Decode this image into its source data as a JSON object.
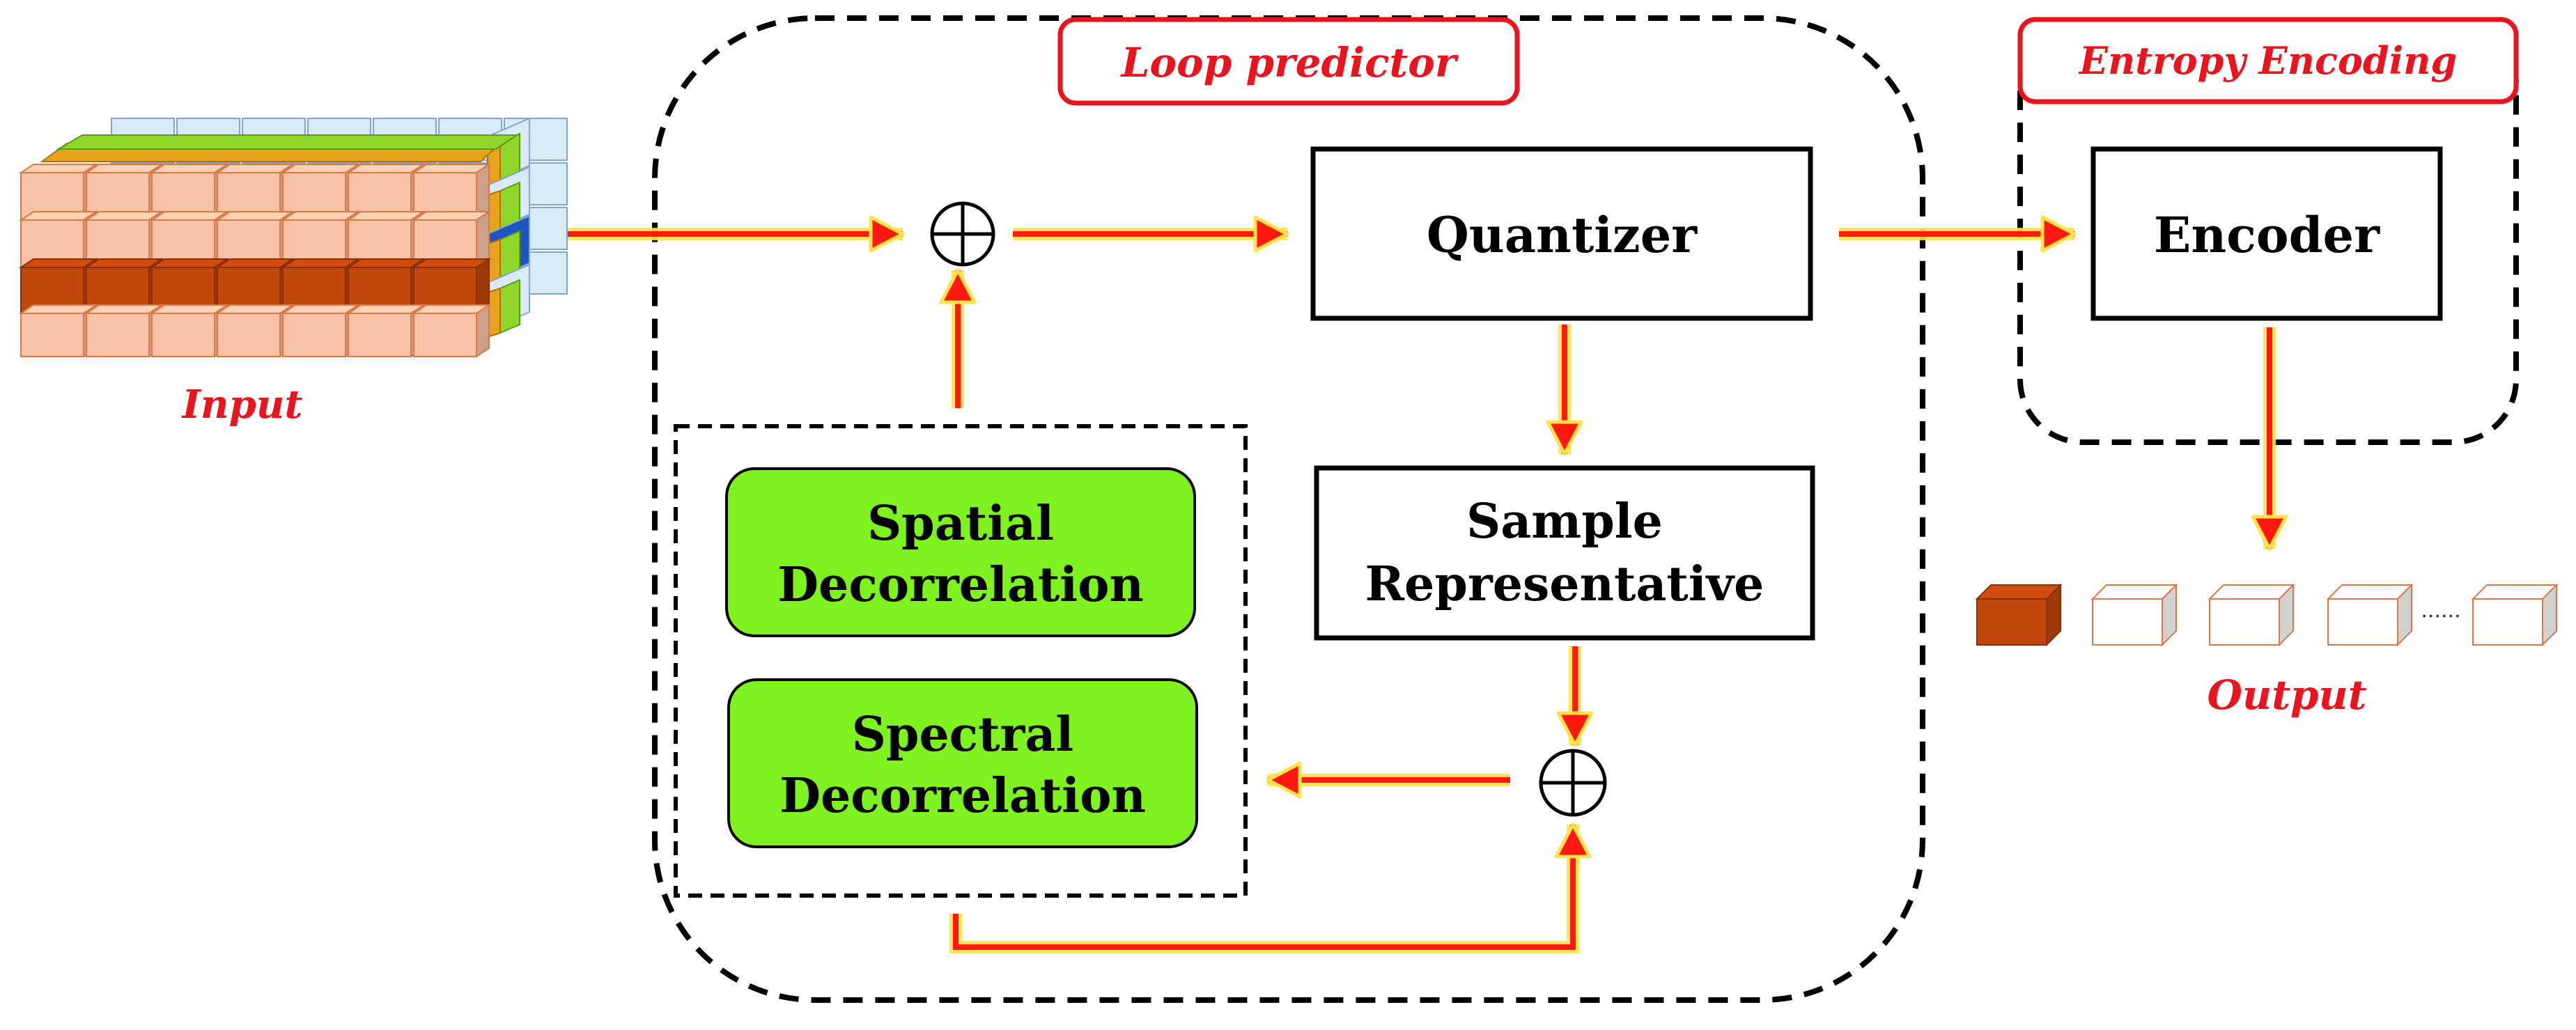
{
  "labels": {
    "input": "Input",
    "output": "Output",
    "loop_predictor": "Loop predictor",
    "entropy_encoding": "Entropy Encoding"
  },
  "blocks": {
    "quantizer": "Quantizer",
    "encoder": "Encoder",
    "sample_line1": "Sample",
    "sample_line2": "Representative",
    "spatial_line1": "Spatial",
    "spatial_line2": "Decorrelation",
    "spectral_line1": "Spectral",
    "spectral_line2": "Decorrelation"
  },
  "symbols": {
    "sum": "⊕",
    "ellipsis": "......"
  },
  "colors": {
    "arrow": "#ff1a10",
    "arrow_glow": "#ffe24a",
    "label_red": "#e8141e",
    "green_block": "#7df21e",
    "cube_light": "#f7c2a6",
    "cube_dark": "#c2470a",
    "cube_blue_light": "#dbeaf7",
    "cube_green": "#8fd62a",
    "cube_orange": "#e8a31a",
    "cube_blue_dark": "#1f55c2"
  }
}
